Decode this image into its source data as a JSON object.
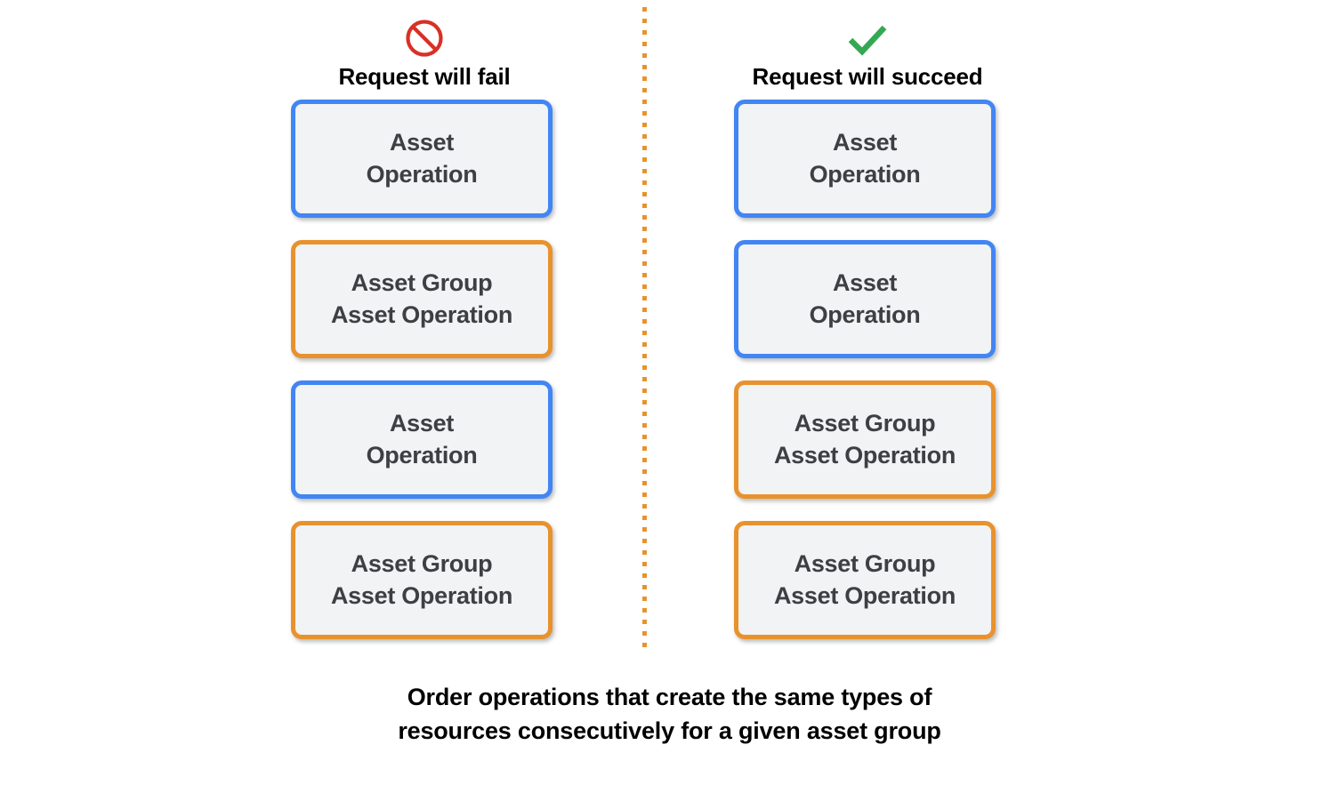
{
  "colors": {
    "blue_border": "#4285f4",
    "orange_border": "#e8922e",
    "card_fill": "#f1f3f4",
    "card_text": "#3c4043",
    "fail_icon": "#d93025",
    "succeed_icon": "#34a853",
    "divider": "#e8922e",
    "background": "#ffffff"
  },
  "columns": [
    {
      "id": "fail",
      "icon": "prohibition-icon",
      "title": "Request will fail",
      "cards": [
        {
          "label": "Asset\nOperation",
          "type": "blue"
        },
        {
          "label": "Asset Group\nAsset Operation",
          "type": "orange"
        },
        {
          "label": "Asset\nOperation",
          "type": "blue"
        },
        {
          "label": "Asset Group\nAsset Operation",
          "type": "orange"
        }
      ]
    },
    {
      "id": "succeed",
      "icon": "check-icon",
      "title": "Request will succeed",
      "cards": [
        {
          "label": "Asset\nOperation",
          "type": "blue"
        },
        {
          "label": "Asset\nOperation",
          "type": "blue"
        },
        {
          "label": "Asset Group\nAsset Operation",
          "type": "orange"
        },
        {
          "label": "Asset Group\nAsset Operation",
          "type": "orange"
        }
      ]
    }
  ],
  "caption": "Order operations that create the same types of\nresources consecutively for a given asset group"
}
